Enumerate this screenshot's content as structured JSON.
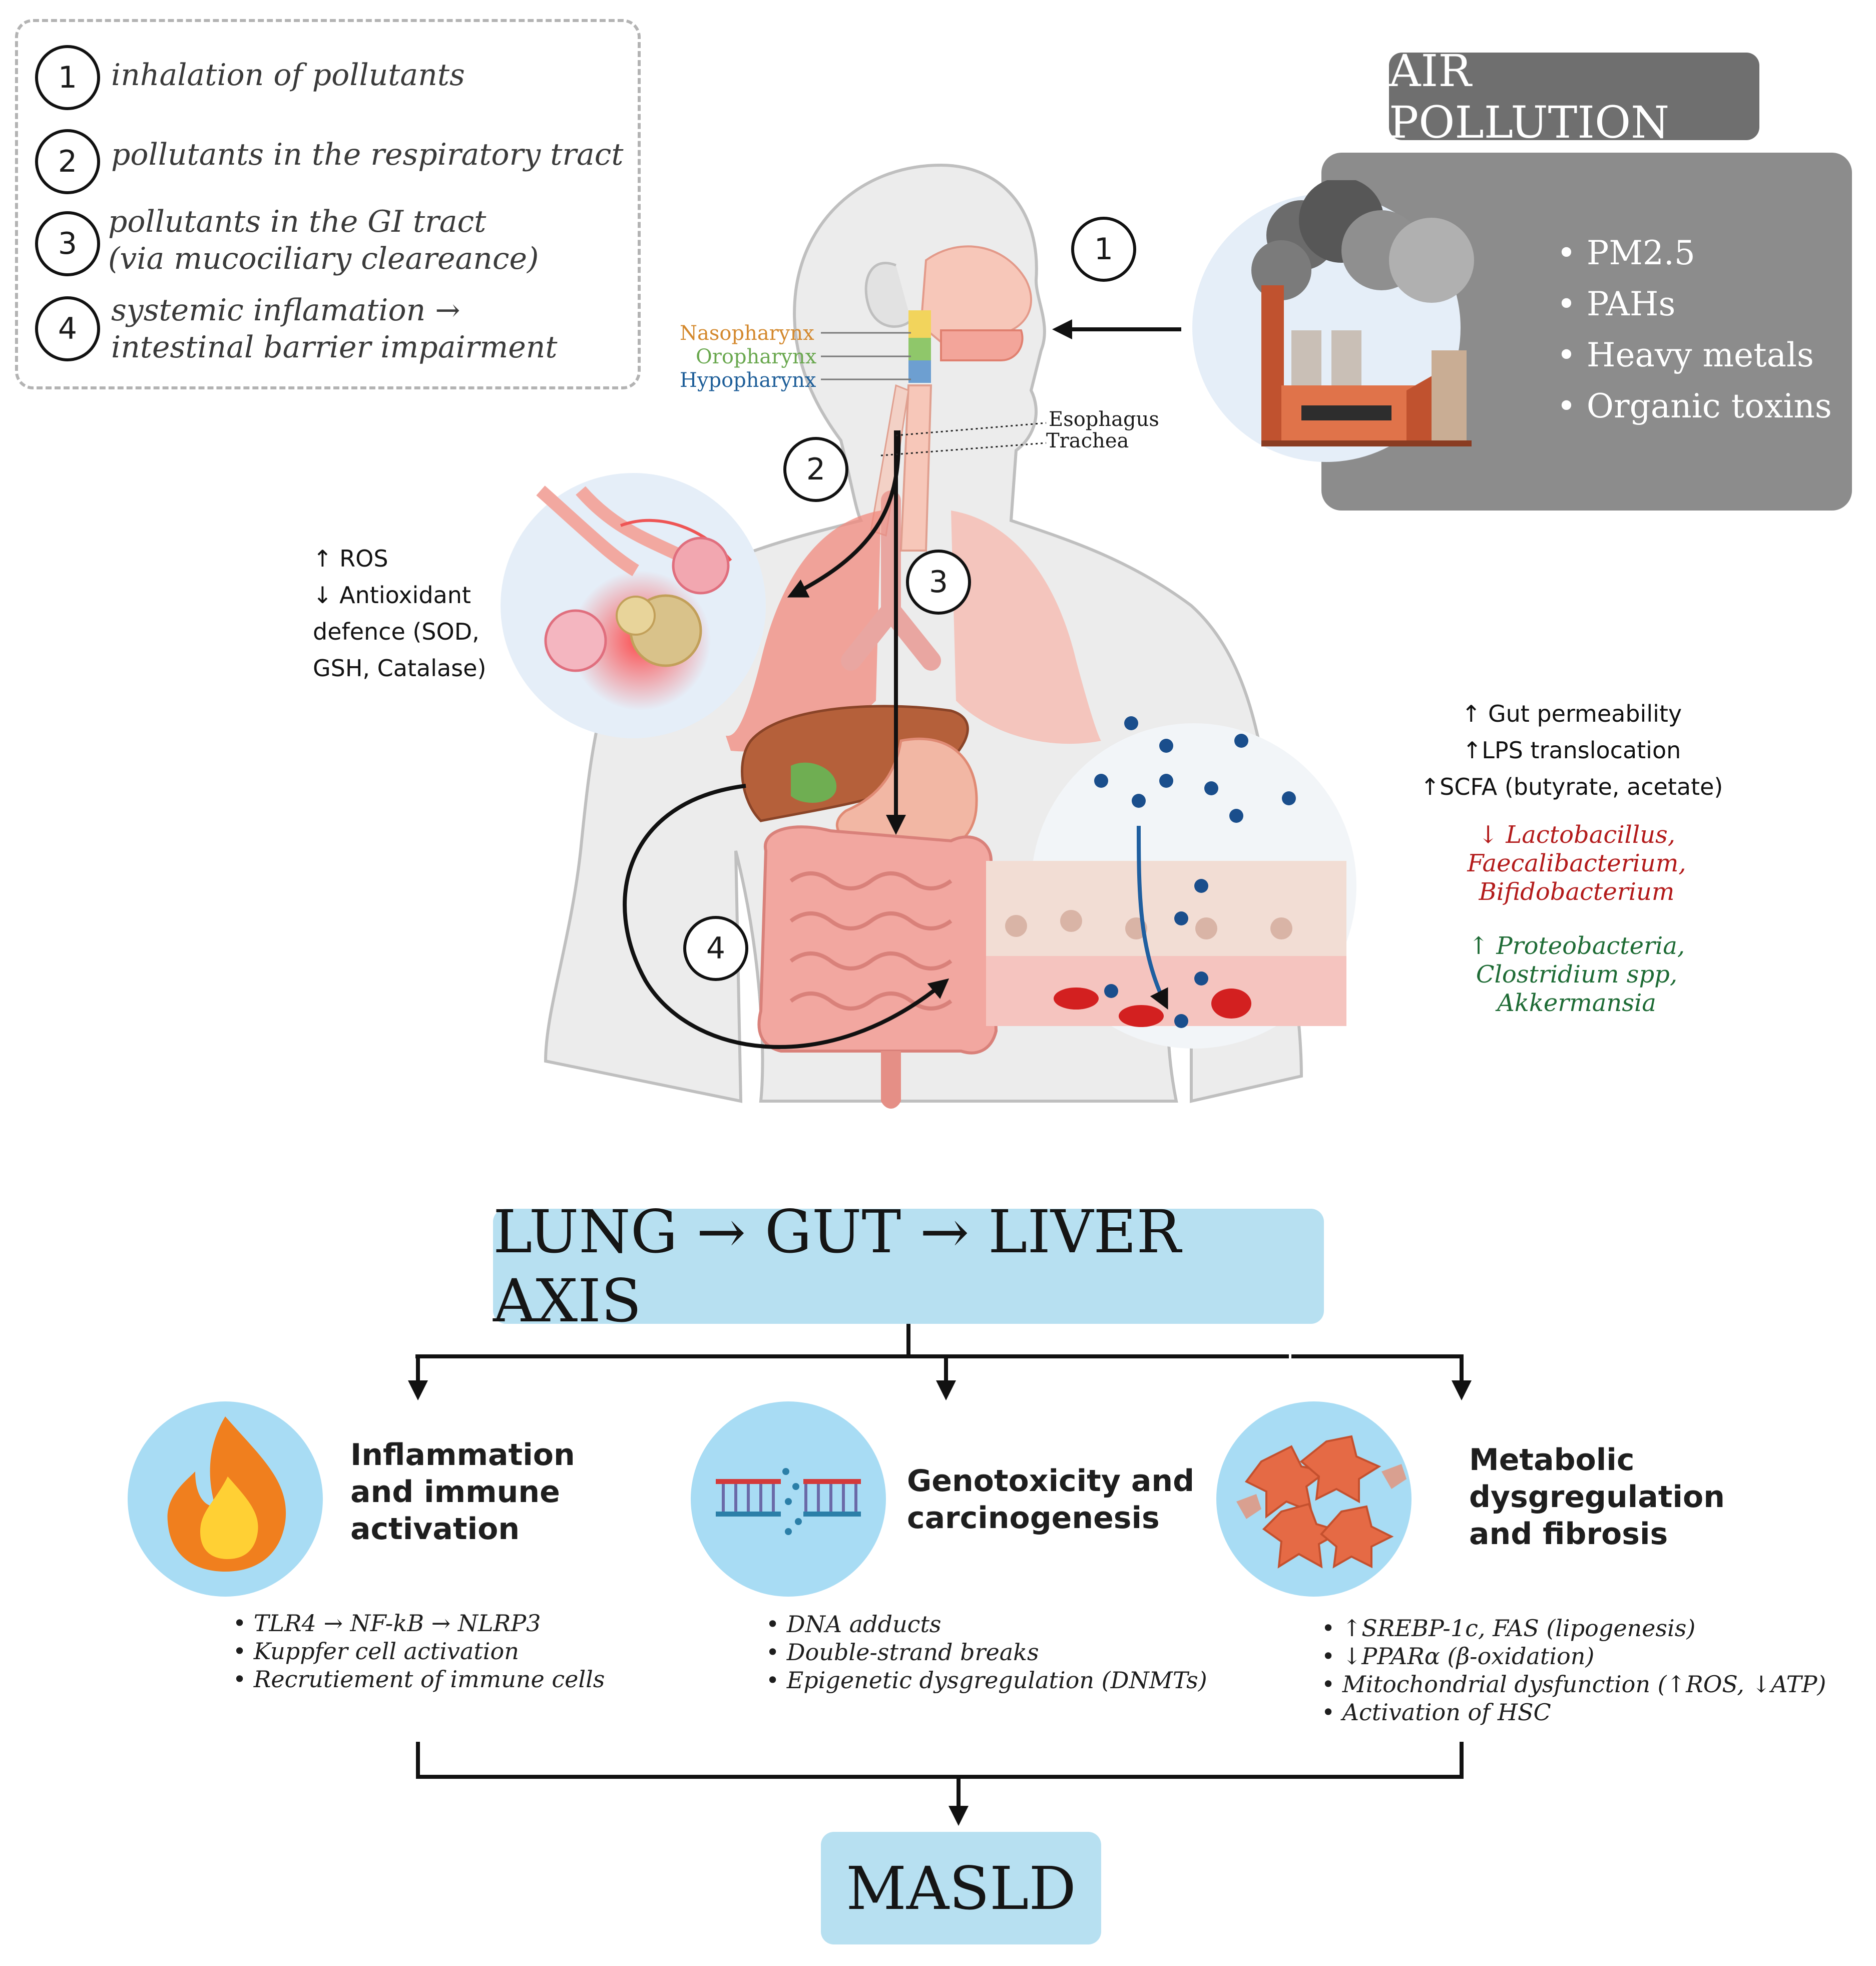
{
  "legend": {
    "steps": [
      {
        "num": "1",
        "text": "inhalation of pollutants"
      },
      {
        "num": "2",
        "text": "pollutants in the respiratory tract"
      },
      {
        "num": "3",
        "text": "pollutants in the GI tract\n(via mucociliary cleareance)"
      },
      {
        "num": "4",
        "text": "systemic inflamation →\nintestinal barrier impairment"
      }
    ]
  },
  "air_pollution": {
    "title": "AIR POLLUTION",
    "items": [
      "PM2.5",
      "PAHs",
      "Heavy metals",
      "Organic toxins"
    ]
  },
  "anatomy": {
    "nasopharynx": "Nasopharynx",
    "oropharynx": "Oropharynx",
    "hypopharynx": "Hypopharynx",
    "esophagus": "Esophagus",
    "trachea": "Trachea",
    "markers": [
      "1",
      "2",
      "3",
      "4"
    ]
  },
  "lung_box": {
    "line1": "↑ ROS",
    "line2": "↓ Antioxidant",
    "line3": "defence (SOD,",
    "line4": "GSH, Catalase)"
  },
  "gut_box": {
    "line1": "↑ Gut permeability",
    "line2": "↑LPS translocation",
    "line3": "↑SCFA (butyrate, acetate)",
    "decrease": [
      "↓ Lactobacillus,",
      "Faecalibacterium,",
      "Bifidobacterium"
    ],
    "increase": [
      "↑ Proteobacteria,",
      "Clostridium spp,",
      "Akkermansia"
    ]
  },
  "axis": {
    "title": "LUNG → GUT → LIVER AXIS"
  },
  "cards": [
    {
      "title": "Inflammation\nand immune\nactivation",
      "bullets": [
        "TLR4 → NF-kB → NLRP3",
        "Kuppfer cell activation",
        "Recrutiement of immune cells"
      ]
    },
    {
      "title": "Genotoxicity and\ncarcinogenesis",
      "bullets": [
        "DNA adducts",
        "Double-strand breaks",
        "Epigenetic dysgregulation (DNMTs)"
      ]
    },
    {
      "title": "Metabolic\ndysgregulation\nand fibrosis",
      "bullets": [
        "↑SREBP-1c, FAS (lipogenesis)",
        "↓PPARα (β-oxidation)",
        "Mitochondrial dysfunction (↑ROS, ↓ATP)",
        "Activation of HSC"
      ]
    }
  ],
  "outcome": {
    "title": "MASLD"
  },
  "colors": {
    "nasopharynx": "#d4892e",
    "oropharynx": "#6aa84f",
    "hypopharynx": "#1f5f99",
    "decrease_text": "#b31b1b",
    "increase_text": "#1e6b35",
    "axis_box": "#b7e0f1",
    "card_bg": "#e8f2fa",
    "panel_grey": "#bdbdbd",
    "pollution_grey": "#8c8c8c"
  }
}
